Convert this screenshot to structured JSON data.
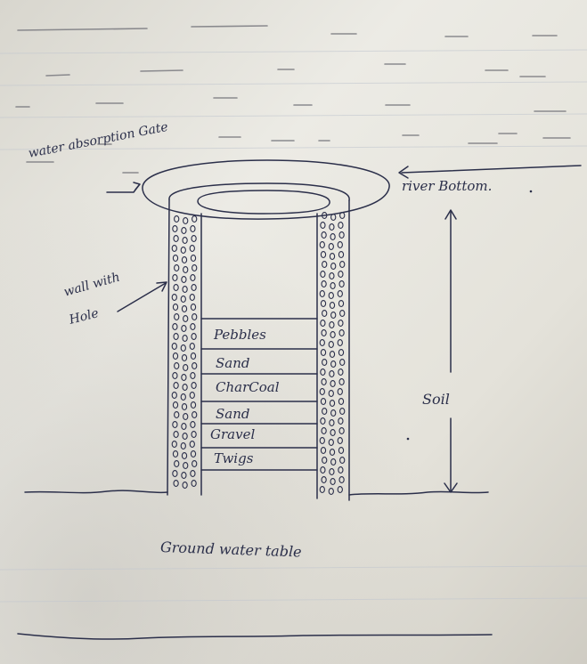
{
  "labels": {
    "water_absorption_gate": "water absorption Gate",
    "river_bottom": "river Bottom.",
    "wall_line1": "wall with",
    "wall_line2": "Hole",
    "soil": "Soil",
    "ground_water_table": "Ground water table"
  },
  "filter_layers": [
    "Pebbles",
    "Sand",
    "CharCoal",
    "Sand",
    "Gravel",
    "Twigs"
  ],
  "colors": {
    "paper": "#e6e4dc",
    "ink": "#2b2f4a",
    "pencil": "#7a7a80"
  }
}
